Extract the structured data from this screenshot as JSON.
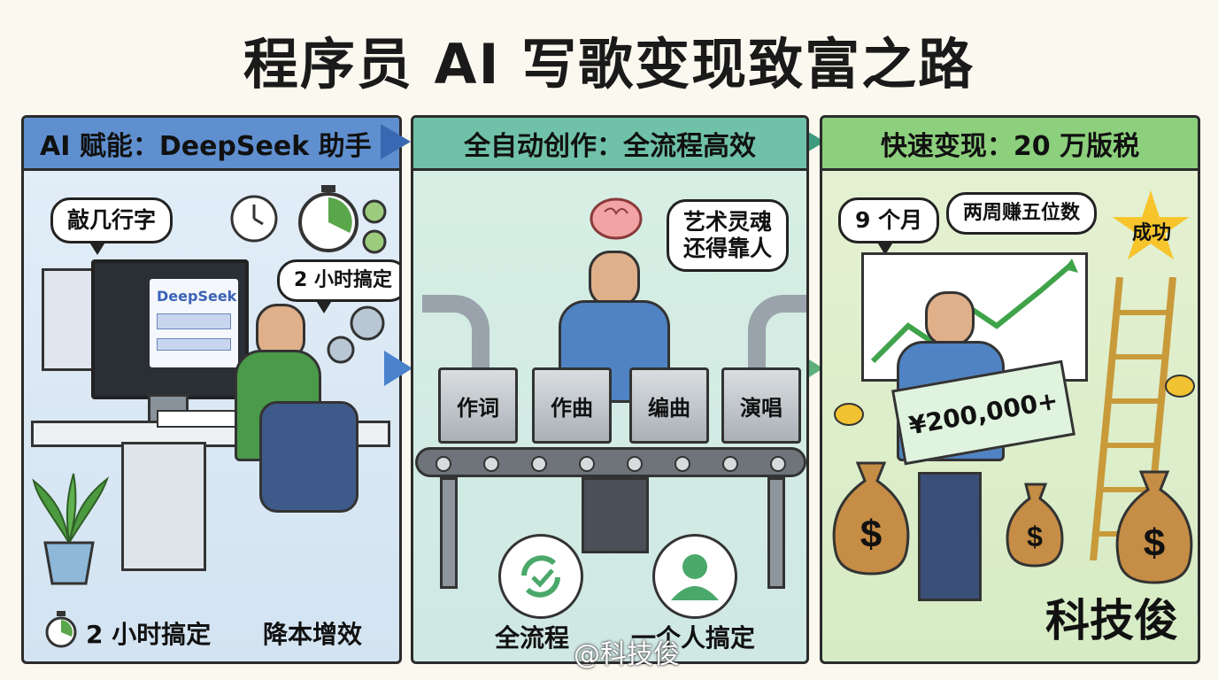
{
  "title": "程序员 AI 写歌变现致富之路",
  "panel1": {
    "header": "AI 赋能：DeepSeek 助手",
    "bubble_typing": "敲几行字",
    "bubble_time": "2 小时搞定",
    "screen_brand": "DeepSeek",
    "bottom_time": "2 小时搞定",
    "bottom_cost": "降本增效"
  },
  "panel2": {
    "header": "全自动创作：全流程高效",
    "bubble_soul": "艺术灵魂\n还得靠人",
    "steps": [
      "作词",
      "作曲",
      "编曲",
      "演唱"
    ],
    "bottom_flow": "全流程",
    "bottom_solo": "一个人搞定"
  },
  "panel3": {
    "header": "快速变现：20 万版税",
    "bubble_months": "9 个月",
    "bubble_weeks": "两周赚五位数",
    "star_label": "成功",
    "check_amount": "¥200,000+"
  },
  "signature": "科技俊",
  "watermark": "@科技俊",
  "colors": {
    "panel1_header": "#5f8fcf",
    "panel2_header": "#6fc1a8",
    "panel3_header": "#8ccf7c"
  }
}
